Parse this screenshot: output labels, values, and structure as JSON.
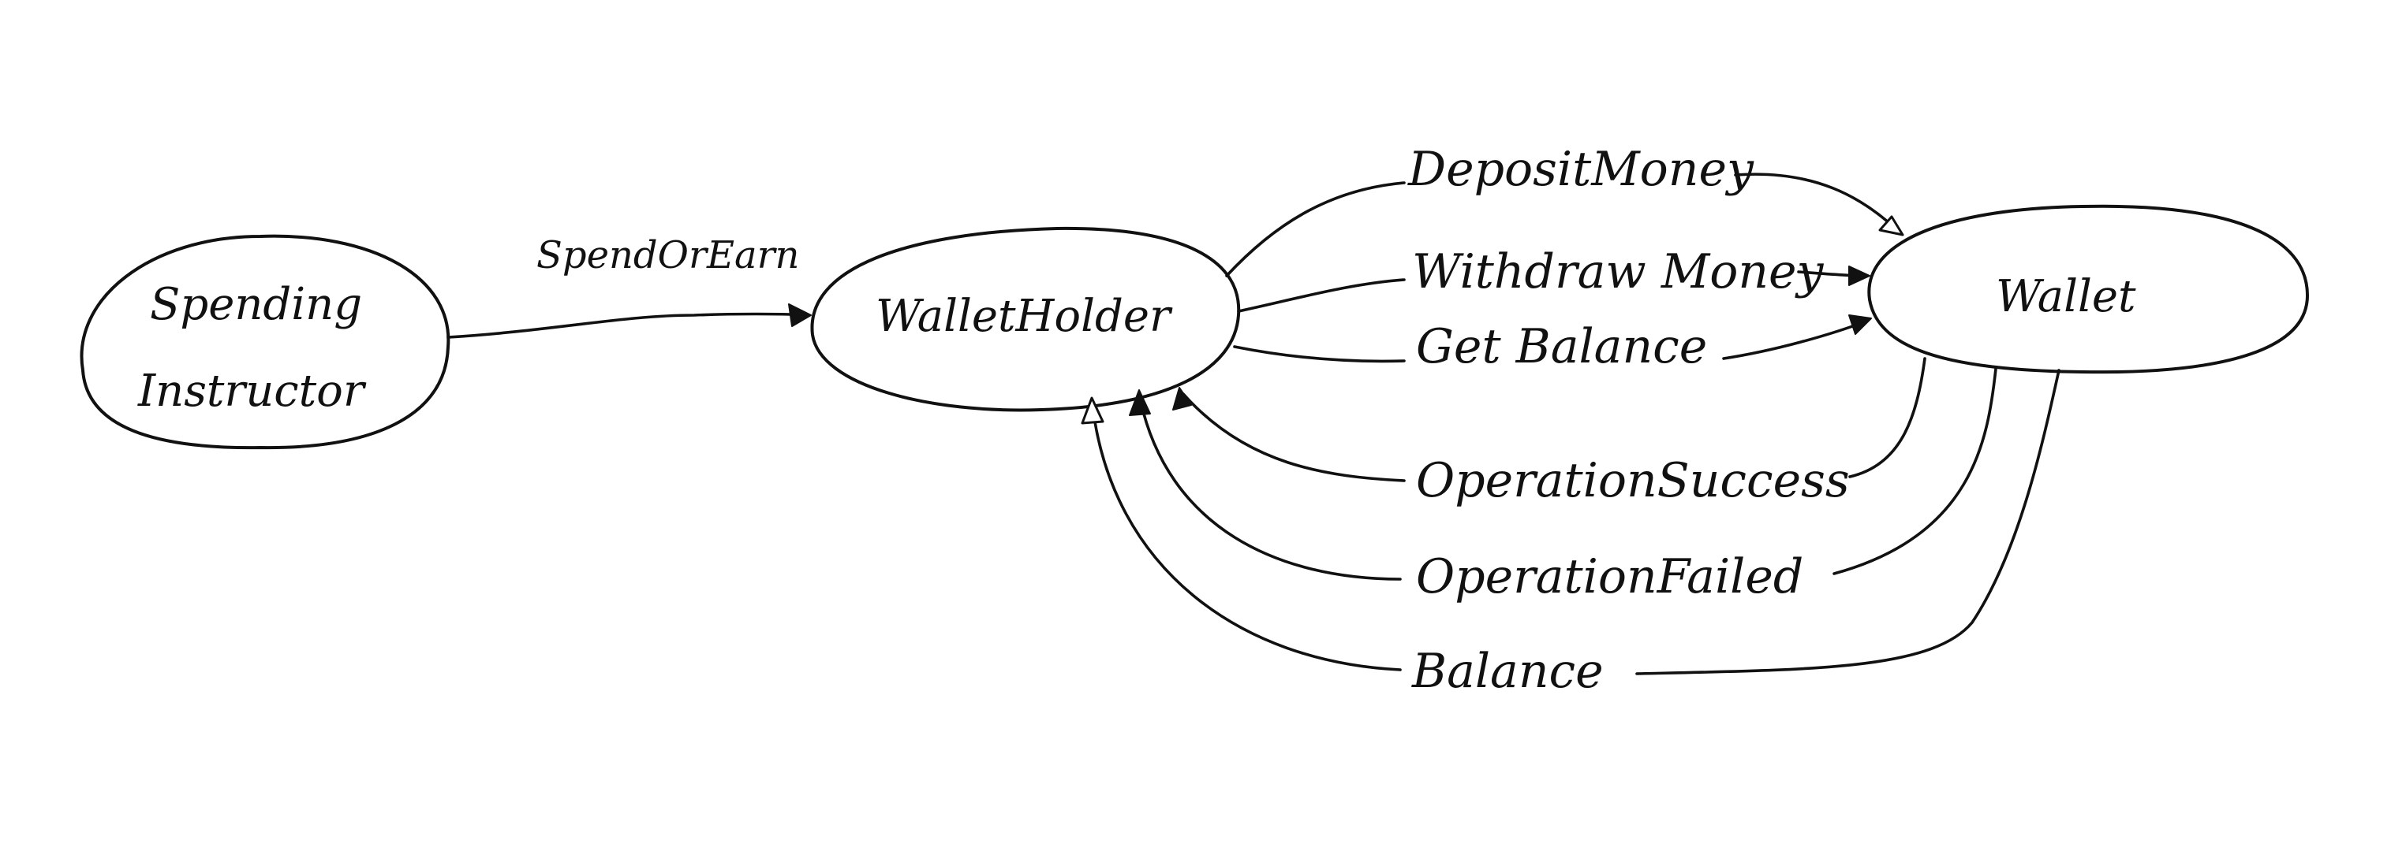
{
  "diagram": {
    "nodes": {
      "spending_instructor": {
        "line1": "Spending",
        "line2": "Instructor"
      },
      "wallet_holder": {
        "label": "WalletHolder"
      },
      "wallet": {
        "label": "Wallet"
      }
    },
    "messages": {
      "spend_or_earn": "SpendOrEarn",
      "deposit_money": "DepositMoney",
      "withdraw_money": "Withdraw Money",
      "get_balance": "Get Balance",
      "operation_success": "OperationSuccess",
      "operation_failed": "OperationFailed",
      "balance": "Balance"
    }
  }
}
